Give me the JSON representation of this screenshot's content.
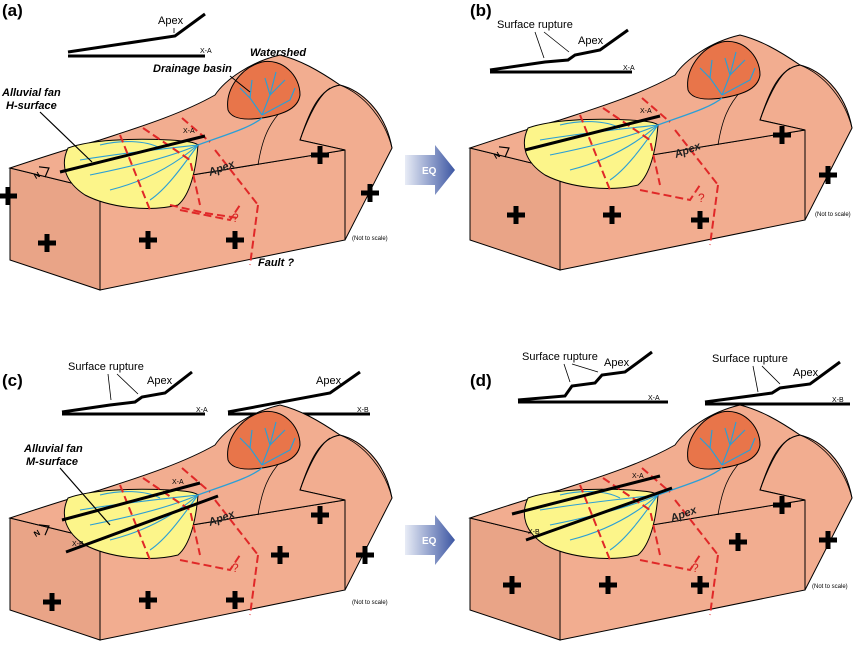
{
  "panels": [
    {
      "id": "a",
      "label": "(a)",
      "profile_labels": [
        "Apex",
        "X-A"
      ],
      "labels": [
        "Watershed",
        "Drainage basin",
        "Alluvial fan",
        "H-surface",
        "Apex",
        "Fault ?",
        "(Not to scale)",
        "?"
      ]
    },
    {
      "id": "b",
      "label": "(b)",
      "profile_labels": [
        "Surface rupture",
        "Apex",
        "X-A"
      ],
      "labels": [
        "X-A",
        "Apex",
        "(Not to scale)",
        "?"
      ]
    },
    {
      "id": "c",
      "label": "(c)",
      "profile_labels": [
        "Surface rupture",
        "Apex",
        "X-A",
        "Apex",
        "X-B"
      ],
      "labels": [
        "Alluvial fan",
        "M-surface",
        "X-A",
        "X-B",
        "Apex",
        "(Not to scale)",
        "?"
      ]
    },
    {
      "id": "d",
      "label": "(d)",
      "profile_labels": [
        "Surface rupture",
        "Apex",
        "X-A",
        "Surface rupture",
        "Apex",
        "X-B"
      ],
      "labels": [
        "X-A",
        "X-B",
        "Apex",
        "(Not to scale)",
        "?"
      ]
    }
  ],
  "arrow_label": "EQ",
  "north_label": "N",
  "colors": {
    "block": "#f2ad90",
    "block_dark": "#e59f82",
    "basin": "#e8754a",
    "fan": "#fcf58a",
    "stream": "#2b9fd6",
    "fault": "#e02828",
    "arrow": "#4a62a8"
  },
  "icons": [
    "plus-icon",
    "north-arrow-icon",
    "eq-arrow-icon"
  ]
}
